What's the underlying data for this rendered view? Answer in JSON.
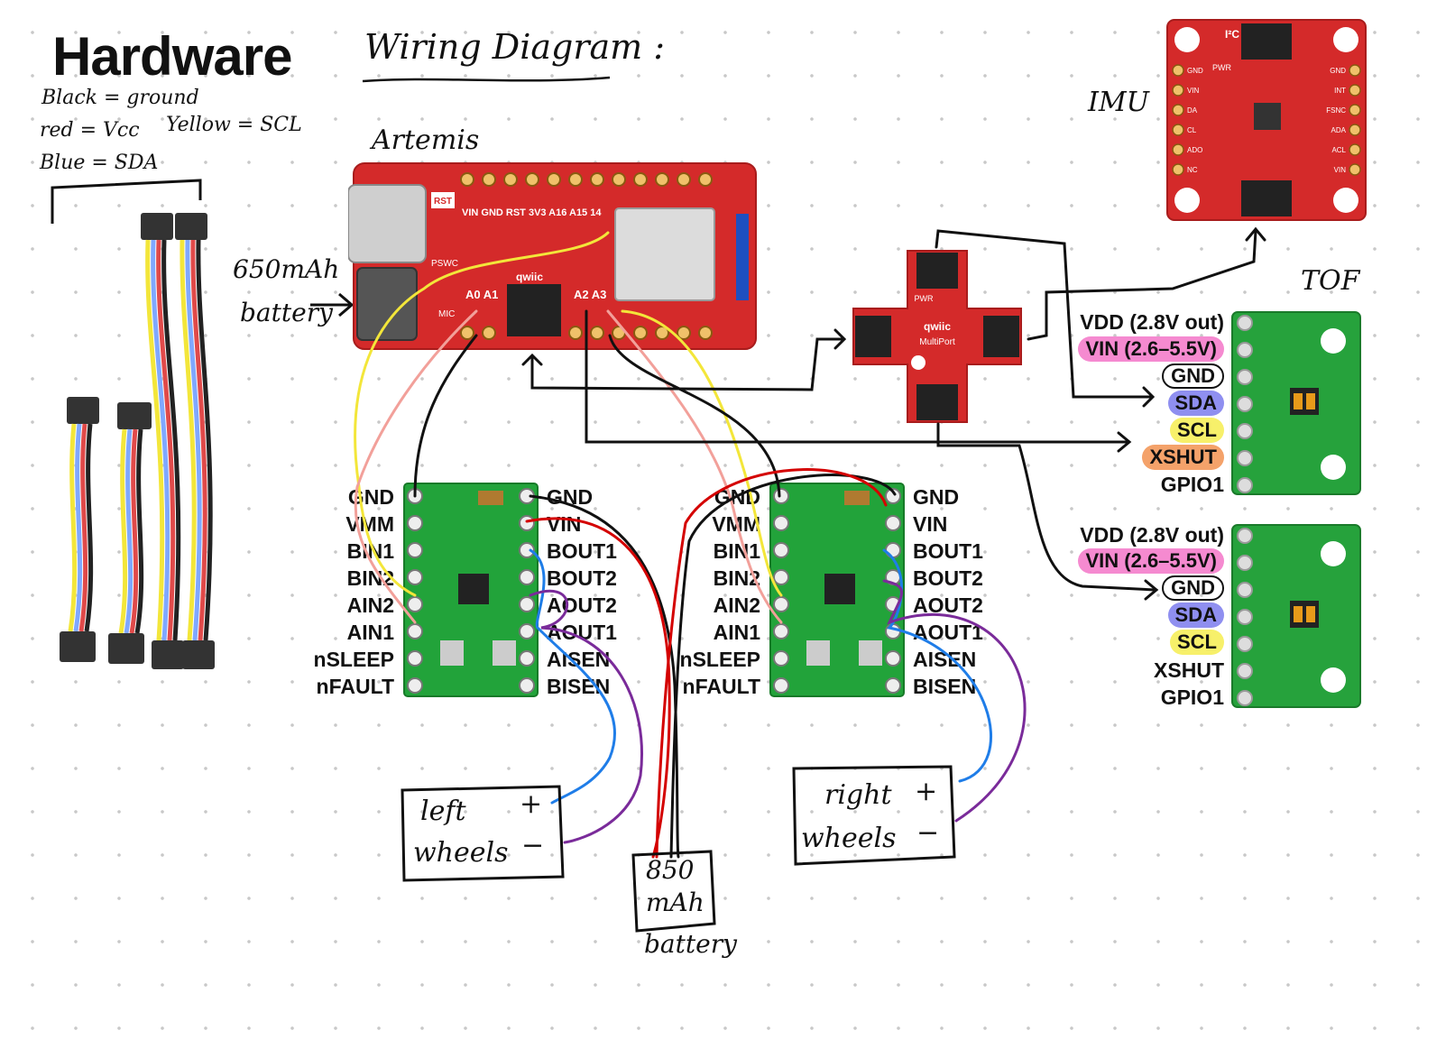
{
  "header": {
    "title": "Hardware",
    "subtitle": "Wiring Diagram :"
  },
  "legend": {
    "black": "Black = ground",
    "red": "red = Vcc",
    "yellow": "Yellow = SCL",
    "blue": "Blue = SDA"
  },
  "labels": {
    "artemis": "Artemis",
    "imu": "IMU",
    "tof": "TOF",
    "battery_small_1": "650mAh",
    "battery_small_2": "battery",
    "battery_big_1": "850",
    "battery_big_2": "mAh",
    "battery_big_3": "battery",
    "left_wheels_1": "left",
    "left_wheels_2": "wheels",
    "right_wheels_1": "right",
    "right_wheels_2": "wheels",
    "plus": "+",
    "minus": "−"
  },
  "artemis_board": {
    "rst": "RST",
    "header_pins": "VIN GND RST 3V3 A16 A15 14",
    "analog_left": "A0 A1",
    "analog_right": "A2 A3",
    "qwiic": "qwiic",
    "mic": "MIC",
    "pswc": "PSWC"
  },
  "motor_driver": {
    "left_pins": [
      "GND",
      "VMM",
      "BIN1",
      "BIN2",
      "AIN2",
      "AIN1",
      "nSLEEP",
      "nFAULT"
    ],
    "right_pins": [
      "GND",
      "VIN",
      "BOUT1",
      "BOUT2",
      "AOUT2",
      "AOUT1",
      "AISEN",
      "BISEN"
    ]
  },
  "tof_sensor": {
    "pins": [
      "VDD (2.8V out)",
      "VIN (2.6–5.5V)",
      "GND",
      "SDA",
      "SCL",
      "XSHUT",
      "GPIO1"
    ]
  },
  "multiport": {
    "name": "MultiPort",
    "pwr": "PWR",
    "qwiic": "qwiic"
  },
  "imu_board": {
    "i2c": "I²C",
    "pwr": "PWR",
    "left_pins": [
      "GND",
      "VIN",
      "DA",
      "CL",
      "ADO",
      "NC"
    ],
    "right_pins": [
      "GND",
      "INT",
      "FSNC",
      "ADA",
      "ACL",
      "VIN"
    ]
  },
  "colors": {
    "board_red": "#d42a2a",
    "board_green": "#22a33a",
    "wire_black": "#111111",
    "wire_red": "#d40000",
    "wire_yellow": "#f3e63a",
    "wire_pink": "#f2a09a",
    "wire_blue": "#1f7de8",
    "wire_purple": "#7a2b9a",
    "pill_pink": "#f58ad0",
    "pill_blue": "#8f8ff0",
    "pill_yellow": "#f7f06a",
    "pill_orange": "#f4a26a"
  }
}
